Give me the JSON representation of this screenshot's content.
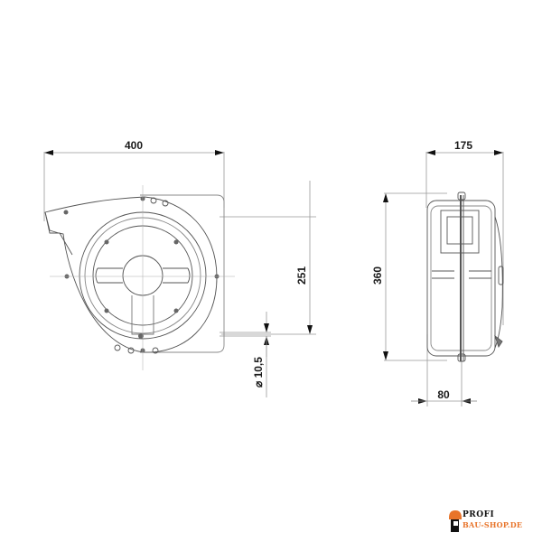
{
  "drawing": {
    "front_view": {
      "width_label": "400",
      "height_label": "251",
      "hole_diameter_label": "⌀ 10,5"
    },
    "side_view": {
      "width_label": "175",
      "height_label": "360",
      "mount_offset_label": "80"
    }
  },
  "logo": {
    "line1": "PROFI",
    "line2": "BAU-SHOP.DE",
    "accent_color": "#e8742a"
  }
}
